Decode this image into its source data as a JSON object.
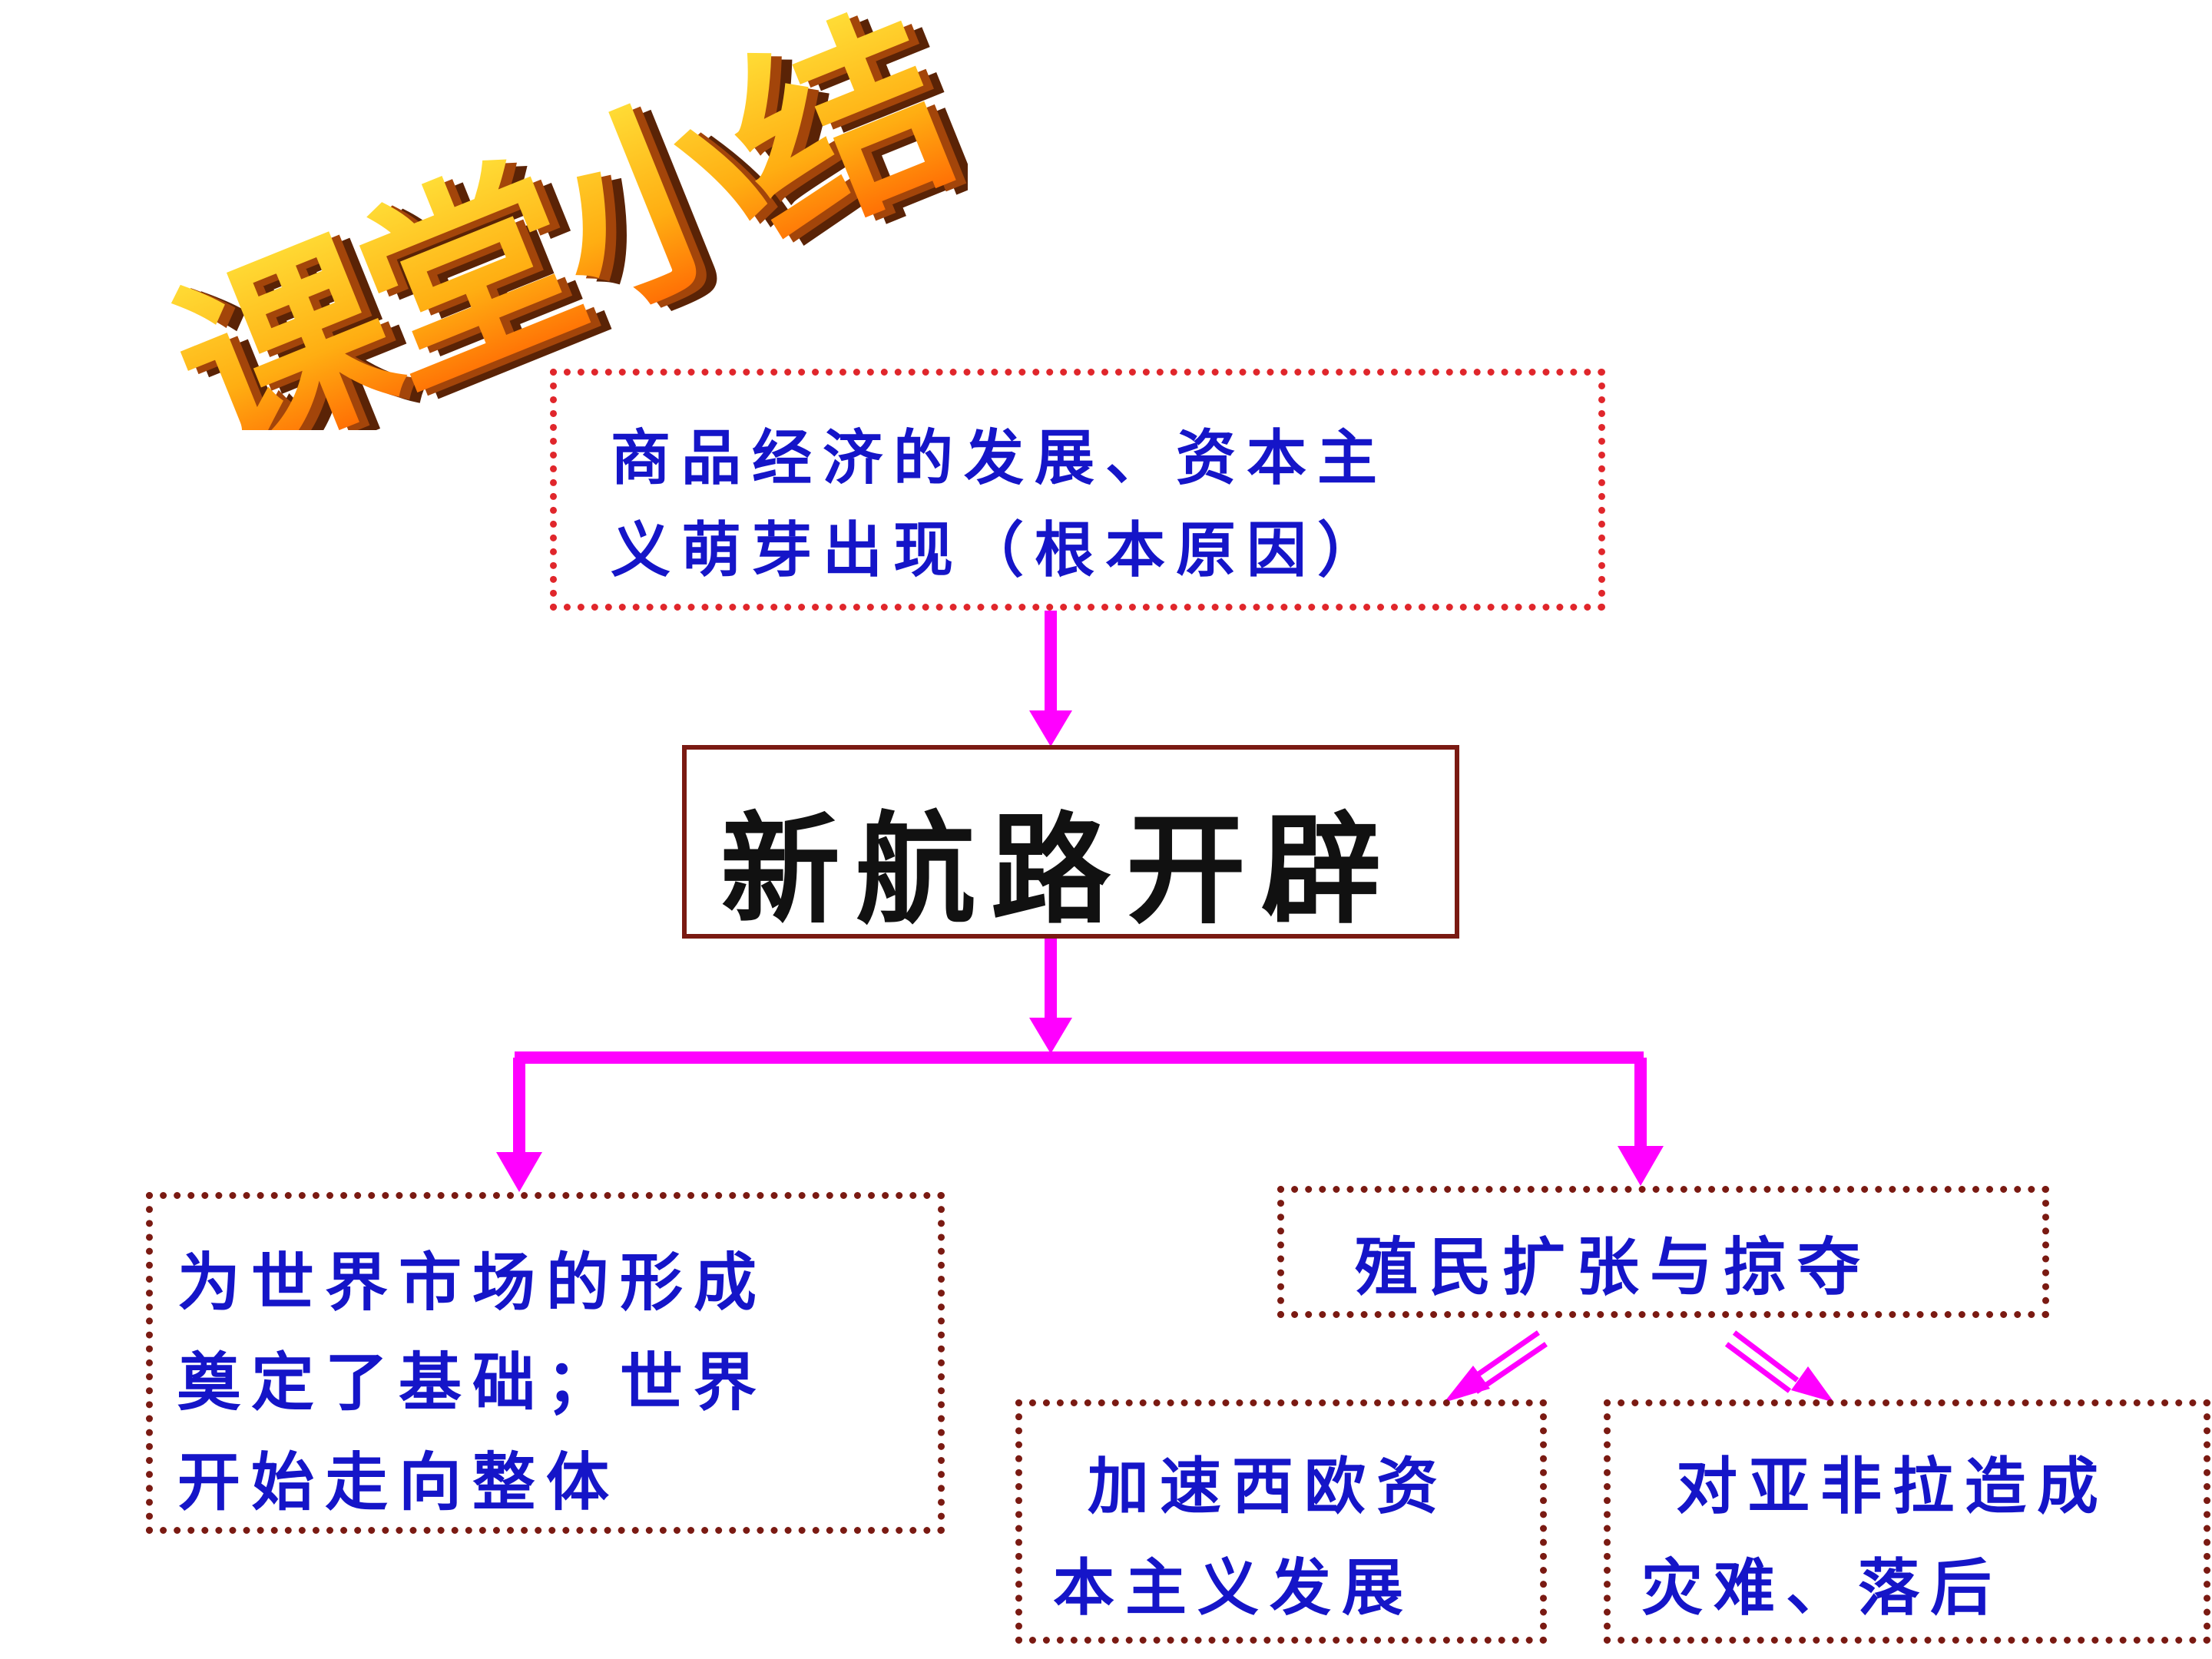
{
  "title": "课堂小结",
  "colors": {
    "arrow": "#ff00ff",
    "text": "#1515c8",
    "center_text": "#111111",
    "red_border": "#e0262b",
    "brown_border": "#7a1a12"
  },
  "nodes": {
    "cause": {
      "line1": "商品经济的发展、资本主",
      "line2": "义萌芽出现（根本原因）"
    },
    "center": {
      "label": "新航路开辟"
    },
    "left": {
      "line1": "为世界市场的形成",
      "line2": "奠定了基础；世界",
      "line3": "开始走向整体"
    },
    "colonial": {
      "label": "殖民扩张与掠夺"
    },
    "europe": {
      "line1": "加速西欧资",
      "line2": "本主义发展"
    },
    "asia": {
      "line1": "对亚非拉造成",
      "line2": "灾难、落后"
    }
  }
}
